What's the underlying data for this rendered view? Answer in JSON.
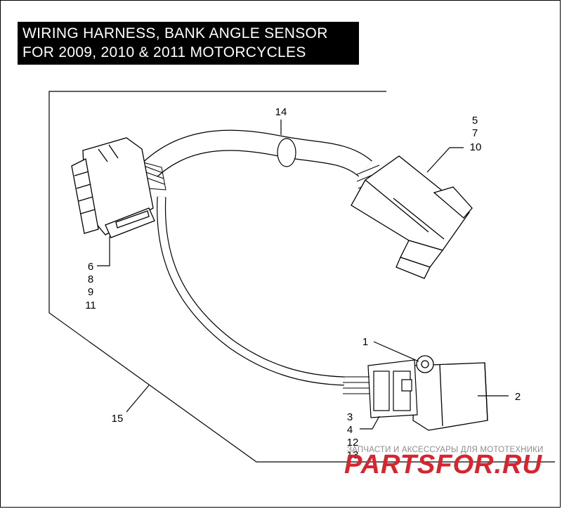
{
  "title": {
    "line1": "WIRING HARNESS, BANK ANGLE SENSOR",
    "line2": "FOR 2009, 2010 & 2011 MOTORCYCLES"
  },
  "callouts": {
    "c14": "14",
    "c5": "5",
    "c7": "7",
    "c10": "10",
    "c6": "6",
    "c8": "8",
    "c9": "9",
    "c11": "11",
    "c1": "1",
    "c2": "2",
    "c3": "3",
    "c4": "4",
    "c12": "12",
    "c13": "13",
    "c15": "15"
  },
  "watermark": {
    "tagline": "ЗАПЧАСТИ И АКСЕССУАРЫ ДЛЯ МОТОТЕХНИКИ",
    "logo": "PARTSFOR.RU"
  },
  "colors": {
    "ink": "#000000",
    "watermark_red": "#d8242f",
    "watermark_gray": "#8d8d8d"
  }
}
